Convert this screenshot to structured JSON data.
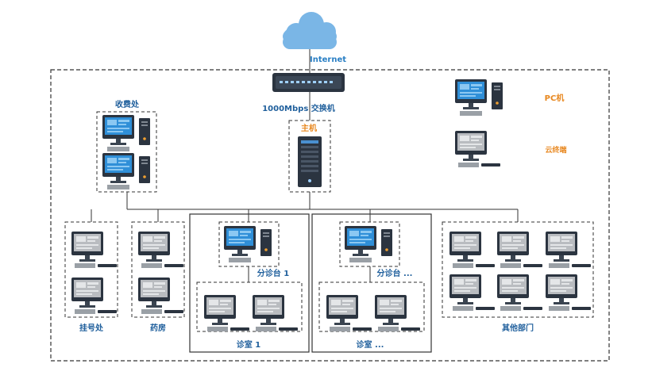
{
  "nodes": {
    "internet": "Internet",
    "switch": "1000Mbps  交换机",
    "server": "主机",
    "cashier": "收费处",
    "registration": "挂号处",
    "pharmacy": "药房",
    "triage1": "分诊台 1",
    "triage_n": "分诊台 ...",
    "clinic1": "诊室 1",
    "clinic_n": "诊室 ...",
    "other_depts": "其他部门"
  },
  "legend": {
    "pc": "PC机",
    "cloud_terminal": "云终端"
  },
  "colors": {
    "label_blue": "#2a7fc4",
    "label_orange": "#e8871e",
    "cloud": "#7ab6e6",
    "device_dark": "#2b3440",
    "screen_blue": "#2f8fd8",
    "screen_gray": "#b9bcc0"
  }
}
